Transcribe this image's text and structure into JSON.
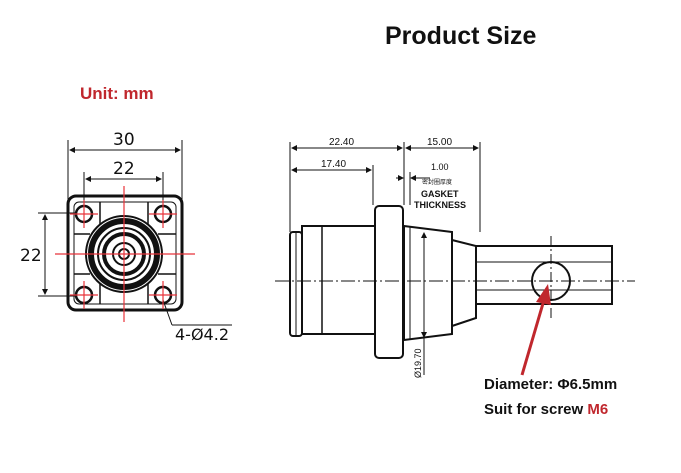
{
  "title": "Product Size",
  "unit_label": "Unit: mm",
  "front_view": {
    "width_outer": "30",
    "width_inner": "22",
    "height": "22",
    "hole_callout": "4-Ø4.2"
  },
  "side_view": {
    "dim_total_left": "22.40",
    "dim_right": "15.00",
    "dim_left_inner": "17.40",
    "dim_gasket": "1.00",
    "gasket_chinese": "密封圈厚度",
    "gasket_label_1": "GASKET",
    "gasket_label_2": "THICKNESS",
    "diameter_vertical": "Ø19.70"
  },
  "caption": {
    "diameter_prefix": "Diameter: ",
    "diameter_value": "Φ6.5mm",
    "screw_prefix": "Suit for screw ",
    "screw_value": "M6"
  },
  "colors": {
    "accent_red": "#c0272d",
    "line": "#111111",
    "center_line": "#e8333a"
  }
}
